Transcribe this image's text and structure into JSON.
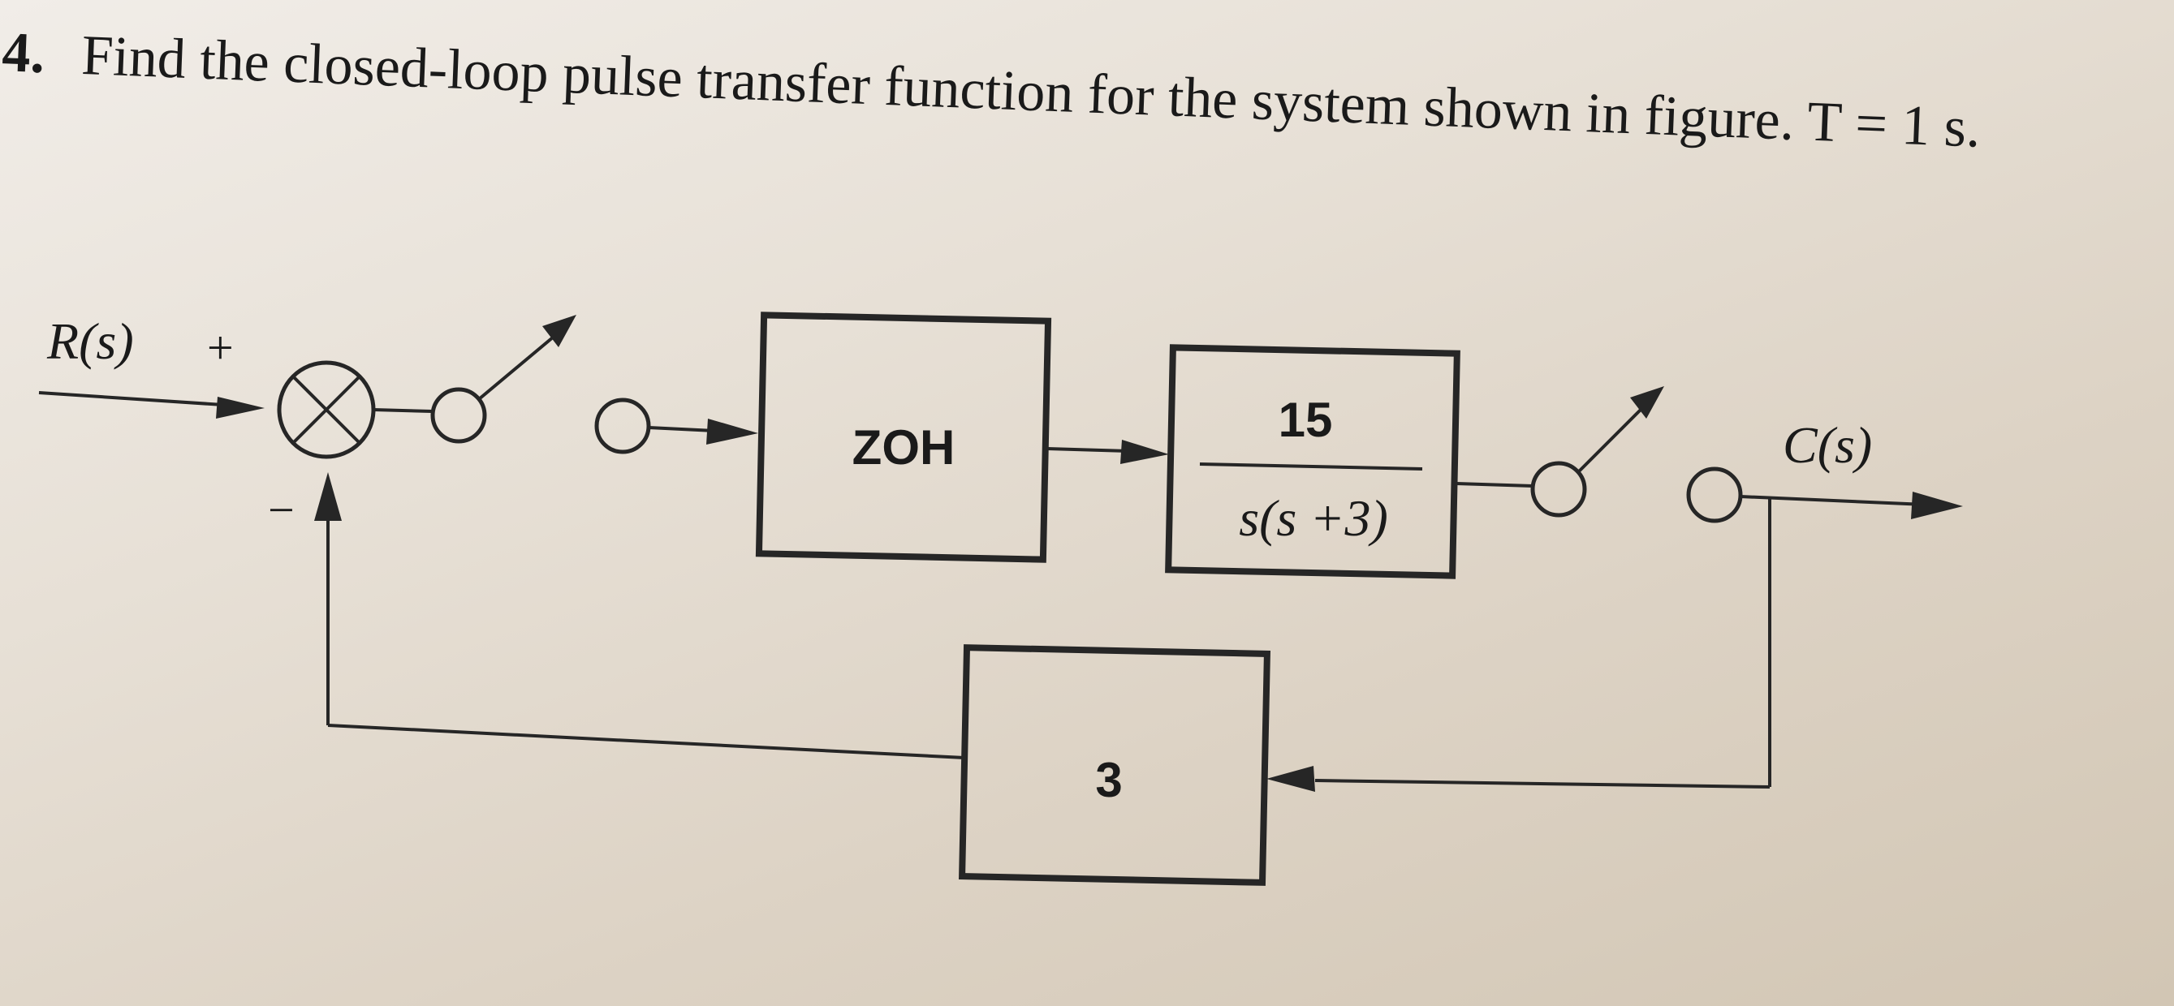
{
  "question": {
    "number": "4.",
    "text": "Find the closed-loop pulse transfer function for the system shown in figure. T = 1 s."
  },
  "diagram": {
    "input_label": "R(s)",
    "output_label": "C(s)",
    "plus_sign": "+",
    "minus_sign": "−",
    "zoh_label": "ZOH",
    "plant": {
      "numerator": "15",
      "denominator": "s(s +3)"
    },
    "feedback_gain": "3"
  },
  "colors": {
    "paper": "#e7e0d6",
    "ink": "#1a1a1a"
  }
}
